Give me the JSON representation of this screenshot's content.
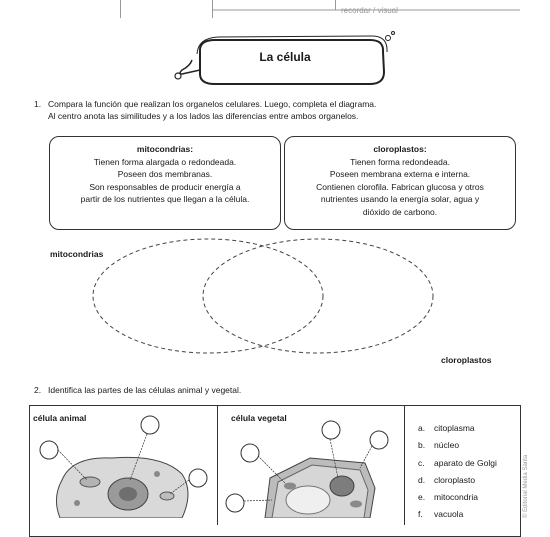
{
  "header": {
    "strip_label": "recordar / visual"
  },
  "title": "La célula",
  "question1": {
    "number": "1.",
    "line1": "Compara la función que realizan los organelos celulares. Luego, completa el diagrama.",
    "line2": "Al centro anota las similitudes y a los lados las diferencias entre ambos organelos."
  },
  "mitochondria_box": {
    "title": "mitocondrias:",
    "lines": [
      "Tienen forma alargada o redondeada.",
      "Poseen dos membranas.",
      "Son responsables de producir energía a",
      "partir de los nutrientes que llegan a la célula."
    ]
  },
  "chloroplast_box": {
    "title": "cloroplastos:",
    "lines": [
      "Tienen forma redondeada.",
      "Poseen membrana externa e interna.",
      "Contienen clorofila. Fabrican glucosa y otros",
      "nutrientes usando la energía solar, agua y",
      "dióxido de carbono."
    ]
  },
  "venn": {
    "left_label": "mitocondrias",
    "right_label": "cloroplastos"
  },
  "question2": {
    "number": "2.",
    "text": "Identifica las partes de las células animal y vegetal."
  },
  "cells": {
    "animal_title": "célula animal",
    "plant_title": "célula vegetal"
  },
  "parts": [
    {
      "letter": "a.",
      "name": "citoplasma"
    },
    {
      "letter": "b.",
      "name": "núcleo"
    },
    {
      "letter": "c.",
      "name": "aparato de Golgi"
    },
    {
      "letter": "d.",
      "name": "cloroplasto"
    },
    {
      "letter": "e.",
      "name": "mitocondria"
    },
    {
      "letter": "f.",
      "name": "vacuola"
    }
  ],
  "side_note": "© Editorial Media Santa"
}
